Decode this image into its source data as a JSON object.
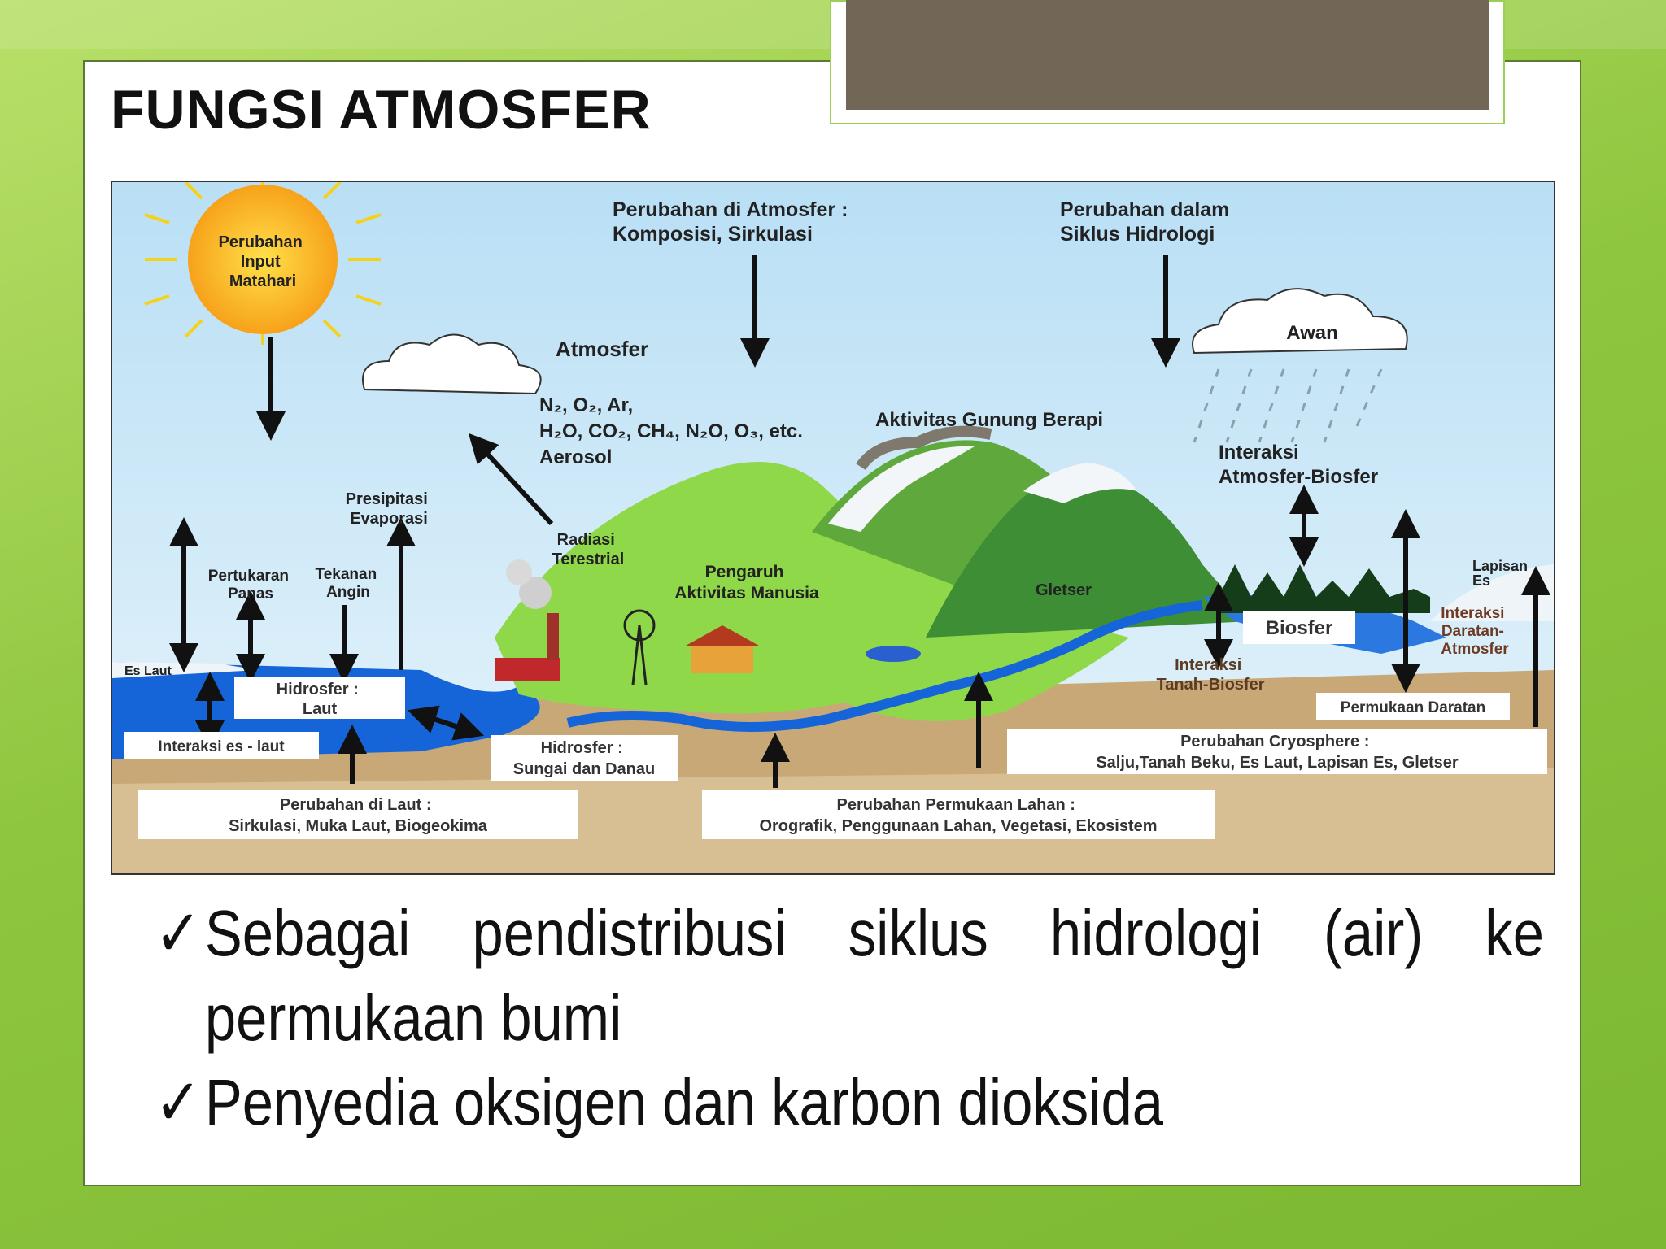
{
  "slide": {
    "title": "FUNGSI ATMOSFER",
    "bullets": [
      {
        "icon": "check-icon",
        "mark": "✓",
        "text": "Sebagai pendistribusi siklus hidrologi (air) ke permukaan bumi"
      },
      {
        "icon": "check-icon",
        "mark": "✓",
        "text": "Penyedia oksigen dan karbon dioksida"
      }
    ]
  },
  "diagram": {
    "sun_label": [
      "Perubahan",
      "Input",
      "Matahari"
    ],
    "atm_change": [
      "Perubahan di Atmosfer :",
      "Komposisi, Sirkulasi"
    ],
    "hydro_change": [
      "Perubahan dalam",
      "Siklus Hidrologi"
    ],
    "awan": "Awan",
    "atmosfer": "Atmosfer",
    "gases_line1": "N₂, O₂,  Ar,",
    "gases_line2": "H₂O, CO₂, CH₄, N₂O, O₃, etc.",
    "aerosol": "Aerosol",
    "volcano": "Aktivitas Gunung Berapi",
    "interaksi_atm_bio": [
      "Interaksi",
      "Atmosfer-Biosfer"
    ],
    "presipitasi": [
      "Presipitasi",
      "Evaporasi"
    ],
    "radiasi": [
      "Radiasi",
      "Terestrial"
    ],
    "pertukaran": [
      "Pertukaran",
      "Panas"
    ],
    "tekanan": [
      "Tekanan",
      "Angin"
    ],
    "pengaruh": [
      "Pengaruh",
      "Aktivitas Manusia"
    ],
    "gletser": "Gletser",
    "lapisan_es": [
      "Lapisan",
      "Es"
    ],
    "es_laut": "Es Laut",
    "biosfer": "Biosfer",
    "interaksi_daratan": [
      "Interaksi",
      "Daratan-",
      "Atmosfer"
    ],
    "hidrosfer_laut": [
      "Hidrosfer :",
      "Laut"
    ],
    "interaksi_tanah": [
      "Interaksi",
      "Tanah-Biosfer"
    ],
    "permukaan_daratan": "Permukaan Daratan",
    "interaksi_es_laut": "Interaksi es - laut",
    "hidrosfer_sungai": [
      "Hidrosfer :",
      "Sungai dan Danau"
    ],
    "cryosphere": [
      "Perubahan Cryosphere :",
      "Salju,Tanah Beku, Es Laut, Lapisan Es, Gletser"
    ],
    "laut_change": [
      "Perubahan di Laut :",
      "Sirkulasi, Muka Laut, Biogeokima"
    ],
    "lahan_change": [
      "Perubahan Permukaan Lahan :",
      "Orografik, Penggunaan Lahan, Vegetasi, Ekosistem"
    ]
  },
  "colors": {
    "accent_green": "#8fc63f",
    "title_box": "#726757",
    "ocean": "#1565d8",
    "sky": "#cfe9f7",
    "soil": "#c8a97a"
  }
}
